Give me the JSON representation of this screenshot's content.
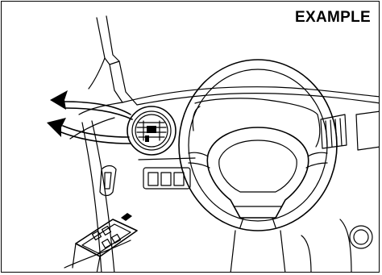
{
  "figure": {
    "label": "EXAMPLE",
    "icons": [
      "airflow-arrow",
      "side-air-vent",
      "steering-wheel",
      "window-switch"
    ]
  }
}
